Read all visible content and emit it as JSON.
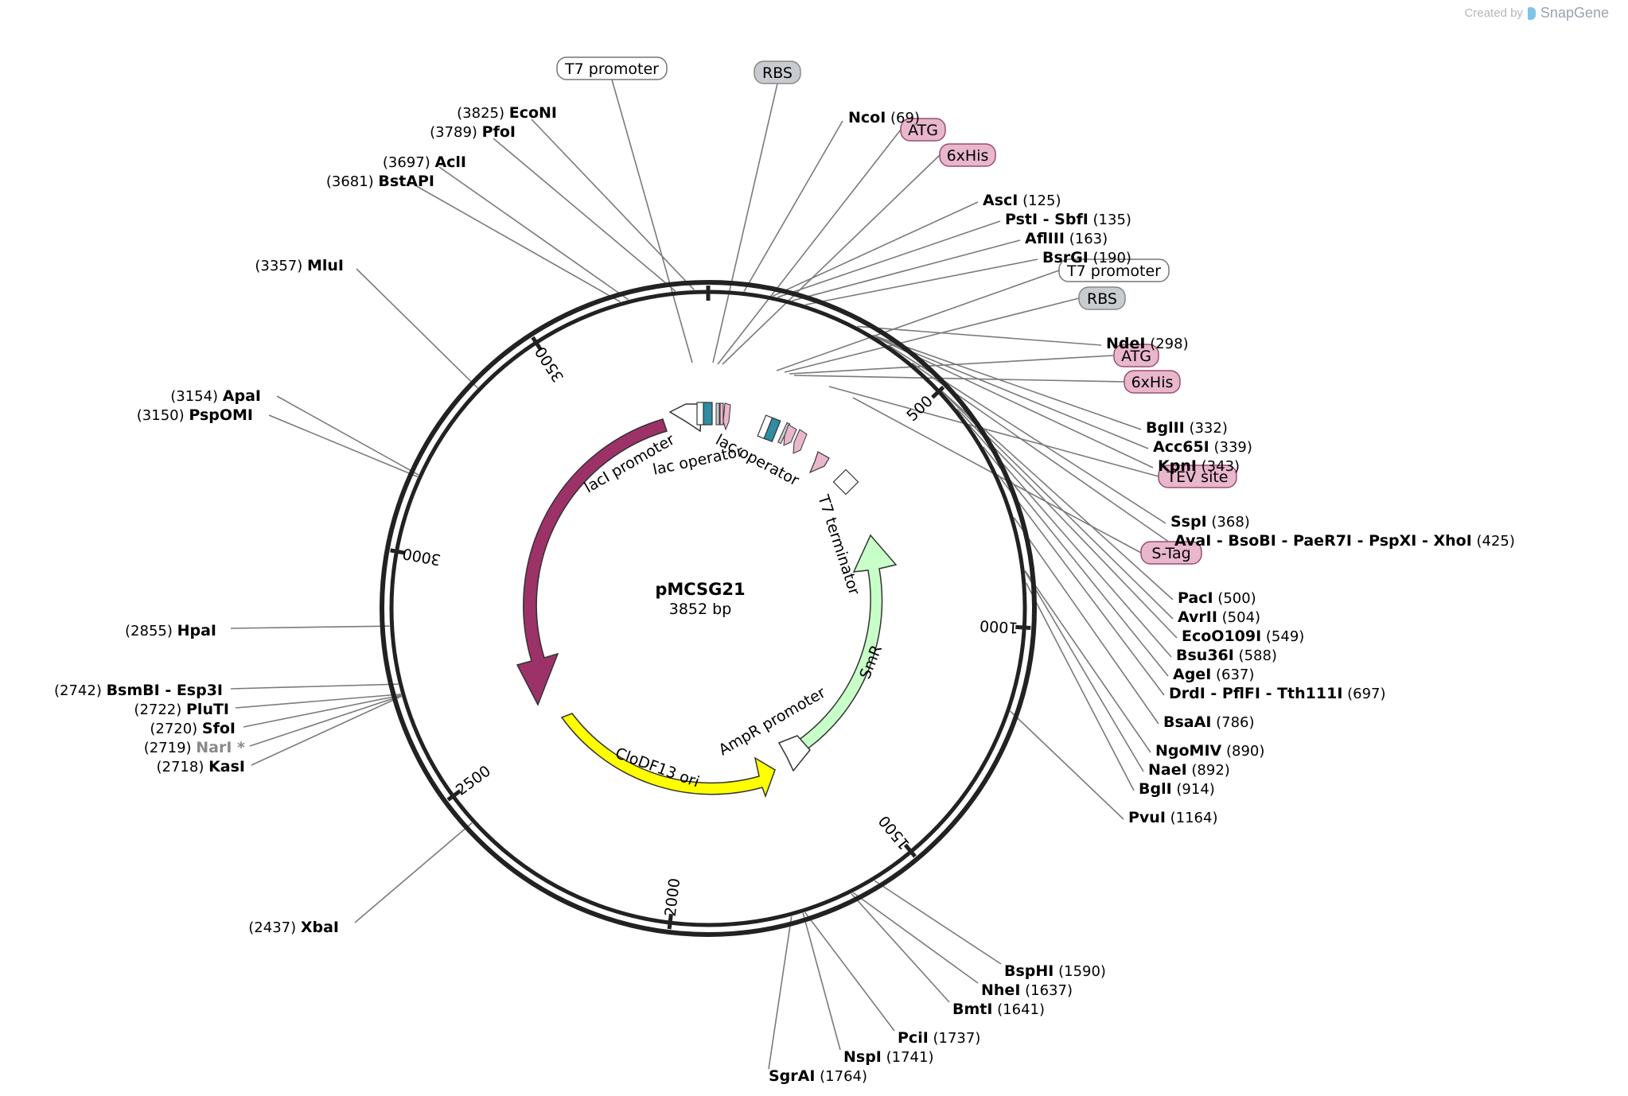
{
  "credit": {
    "prefix": "Created by",
    "brand": "SnapGene"
  },
  "plasmid": {
    "name": "pMCSG21",
    "size": "3852 bp",
    "length": 3852
  },
  "colors": {
    "lacI": "#9c3268",
    "cloDF": "#ffff00",
    "smR": "#c8ffc8",
    "tag_pink": "#e8b7cc",
    "rbs_gray": "#c8cbd0",
    "lac_operator": "#2f8ca3",
    "backbone": "#222222",
    "leader": "#7a7a7a"
  },
  "ruler": [
    "500",
    "1000",
    "1500",
    "2000",
    "2500",
    "3000",
    "3500"
  ],
  "features": {
    "lacI": "lacI",
    "lacI_promoter": "lacI promoter",
    "lac_operator_1": "lac operator",
    "lac_operator_2": "lac operator",
    "t7_terminator": "T7 terminator",
    "smR": "SmR",
    "ampR_promoter": "AmpR promoter",
    "cloDF13_ori": "CloDF13 ori"
  },
  "boxed_labels": [
    {
      "text": "T7 promoter",
      "style": "white"
    },
    {
      "text": "RBS",
      "style": "gray"
    },
    {
      "text": "ATG",
      "style": "pink"
    },
    {
      "text": "6xHis",
      "style": "pink"
    },
    {
      "text": "T7 promoter",
      "style": "white"
    },
    {
      "text": "RBS",
      "style": "gray"
    },
    {
      "text": "ATG",
      "style": "pink"
    },
    {
      "text": "6xHis",
      "style": "pink"
    },
    {
      "text": "TEV site",
      "style": "pink"
    },
    {
      "text": "S-Tag",
      "style": "pink"
    }
  ],
  "sites_right": [
    {
      "parts": [
        "NcoI"
      ],
      "pos": "(69)"
    },
    {
      "parts": [
        "AscI"
      ],
      "pos": "(125)"
    },
    {
      "parts": [
        "PstI",
        "- SbfI"
      ],
      "pos": "(135)"
    },
    {
      "parts": [
        "AflIII"
      ],
      "pos": "(163)"
    },
    {
      "parts": [
        "BsrGI"
      ],
      "pos": "(190)"
    },
    {
      "parts": [
        "NdeI"
      ],
      "pos": "(298)"
    },
    {
      "parts": [
        "BglII"
      ],
      "pos": "(332)"
    },
    {
      "parts": [
        "Acc65I"
      ],
      "pos": "(339)"
    },
    {
      "parts": [
        "KpnI"
      ],
      "pos": "(343)"
    },
    {
      "parts": [
        "SspI"
      ],
      "pos": "(368)"
    },
    {
      "parts": [
        "AvaI",
        "- BsoBI",
        "- PaeR7I",
        "- PspXI",
        "- XhoI"
      ],
      "pos": "(425)"
    },
    {
      "parts": [
        "PacI"
      ],
      "pos": "(500)"
    },
    {
      "parts": [
        "AvrII"
      ],
      "pos": "(504)"
    },
    {
      "parts": [
        "EcoO109I"
      ],
      "pos": "(549)"
    },
    {
      "parts": [
        "Bsu36I"
      ],
      "pos": "(588)"
    },
    {
      "parts": [
        "AgeI"
      ],
      "pos": "(637)"
    },
    {
      "parts": [
        "DrdI",
        "- PflFI",
        "- Tth111I"
      ],
      "pos": "(697)"
    },
    {
      "parts": [
        "BsaAI"
      ],
      "pos": "(786)"
    },
    {
      "parts": [
        "NgoMIV"
      ],
      "pos": "(890)"
    },
    {
      "parts": [
        "NaeI"
      ],
      "pos": "(892)"
    },
    {
      "parts": [
        "BglI"
      ],
      "pos": "(914)"
    },
    {
      "parts": [
        "PvuI"
      ],
      "pos": "(1164)"
    }
  ],
  "sites_bottom": [
    {
      "parts": [
        "BspHI"
      ],
      "pos": "(1590)"
    },
    {
      "parts": [
        "NheI"
      ],
      "pos": "(1637)"
    },
    {
      "parts": [
        "BmtI"
      ],
      "pos": "(1641)"
    },
    {
      "parts": [
        "PciI"
      ],
      "pos": "(1737)"
    },
    {
      "parts": [
        "NspI"
      ],
      "pos": "(1741)"
    },
    {
      "parts": [
        "SgrAI"
      ],
      "pos": "(1764)"
    }
  ],
  "sites_left": [
    {
      "parts": [
        "EcoNI"
      ],
      "pos": "(3825)"
    },
    {
      "parts": [
        "PfoI"
      ],
      "pos": "(3789)"
    },
    {
      "parts": [
        "AclI"
      ],
      "pos": "(3697)"
    },
    {
      "parts": [
        "BstAPI"
      ],
      "pos": "(3681)"
    },
    {
      "parts": [
        "MluI"
      ],
      "pos": "(3357)"
    },
    {
      "parts": [
        "ApaI"
      ],
      "pos": "(3154)"
    },
    {
      "parts": [
        "PspOMI"
      ],
      "pos": "(3150)"
    },
    {
      "parts": [
        "HpaI"
      ],
      "pos": "(2855)"
    },
    {
      "parts": [
        "BsmBI",
        "- Esp3I"
      ],
      "pos": "(2742)"
    },
    {
      "parts": [
        "PluTI"
      ],
      "pos": "(2722)"
    },
    {
      "parts": [
        "SfoI"
      ],
      "pos": "(2720)"
    },
    {
      "parts": [
        "NarI *"
      ],
      "pos": "(2719)",
      "muted": true
    },
    {
      "parts": [
        "KasI"
      ],
      "pos": "(2718)"
    },
    {
      "parts": [
        "XbaI"
      ],
      "pos": "(2437)"
    }
  ]
}
